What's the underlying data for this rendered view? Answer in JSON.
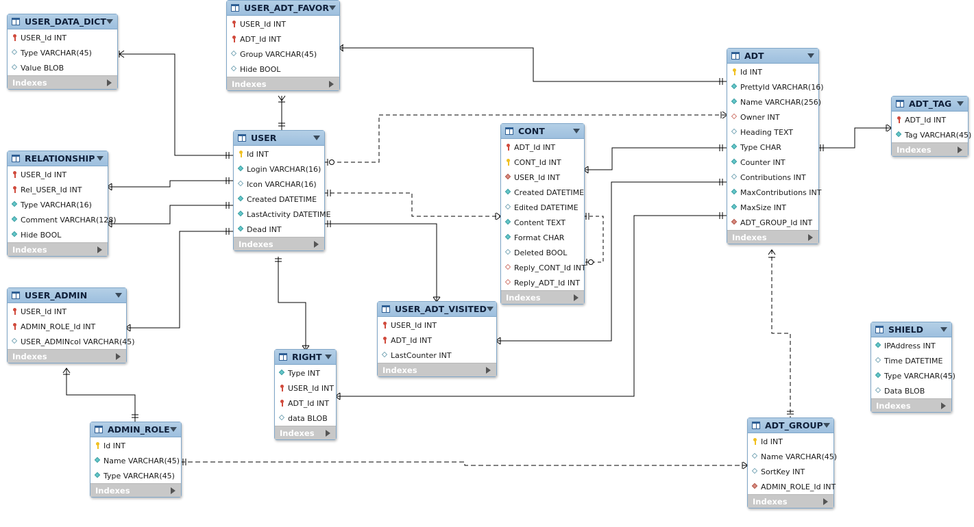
{
  "indexes_label": "Indexes",
  "tables": [
    {
      "id": "user_data_dict",
      "name": "USER_DATA_DICT",
      "columns": [
        {
          "name": "USER_Id INT",
          "icon": "fk-key"
        },
        {
          "name": "Type VARCHAR(45)",
          "icon": "empty-diamond"
        },
        {
          "name": "Value BLOB",
          "icon": "empty-diamond"
        }
      ]
    },
    {
      "id": "user_adt_favor",
      "name": "USER_ADT_FAVOR",
      "columns": [
        {
          "name": "USER_Id INT",
          "icon": "fk-key"
        },
        {
          "name": "ADT_Id INT",
          "icon": "fk-key"
        },
        {
          "name": "Group VARCHAR(45)",
          "icon": "empty-diamond"
        },
        {
          "name": "Hide BOOL",
          "icon": "empty-diamond"
        }
      ]
    },
    {
      "id": "adt",
      "name": "ADT",
      "columns": [
        {
          "name": "Id INT",
          "icon": "pk-key"
        },
        {
          "name": "PrettyId VARCHAR(16)",
          "icon": "filled-diamond"
        },
        {
          "name": "Name VARCHAR(256)",
          "icon": "filled-diamond"
        },
        {
          "name": "Owner INT",
          "icon": "fk-empty-diamond"
        },
        {
          "name": "Heading TEXT",
          "icon": "empty-diamond"
        },
        {
          "name": "Type CHAR",
          "icon": "filled-diamond"
        },
        {
          "name": "Counter INT",
          "icon": "filled-diamond"
        },
        {
          "name": "Contributions INT",
          "icon": "empty-diamond"
        },
        {
          "name": "MaxContributions INT",
          "icon": "filled-diamond"
        },
        {
          "name": "MaxSize INT",
          "icon": "filled-diamond"
        },
        {
          "name": "ADT_GROUP_Id INT",
          "icon": "fk-diamond"
        }
      ]
    },
    {
      "id": "adt_tag",
      "name": "ADT_TAG",
      "columns": [
        {
          "name": "ADT_Id INT",
          "icon": "fk-key"
        },
        {
          "name": "Tag VARCHAR(45)",
          "icon": "filled-diamond"
        }
      ]
    },
    {
      "id": "user",
      "name": "USER",
      "columns": [
        {
          "name": "Id INT",
          "icon": "pk-key"
        },
        {
          "name": "Login VARCHAR(16)",
          "icon": "filled-diamond"
        },
        {
          "name": "Icon VARCHAR(16)",
          "icon": "empty-diamond"
        },
        {
          "name": "Created DATETIME",
          "icon": "filled-diamond"
        },
        {
          "name": "LastActivity DATETIME",
          "icon": "filled-diamond"
        },
        {
          "name": "Dead INT",
          "icon": "filled-diamond"
        }
      ]
    },
    {
      "id": "cont",
      "name": "CONT",
      "columns": [
        {
          "name": "ADT_Id INT",
          "icon": "fk-key"
        },
        {
          "name": "CONT_Id INT",
          "icon": "pk-key"
        },
        {
          "name": "USER_Id INT",
          "icon": "fk-diamond"
        },
        {
          "name": "Created DATETIME",
          "icon": "filled-diamond"
        },
        {
          "name": "Edited DATETIME",
          "icon": "empty-diamond"
        },
        {
          "name": "Content TEXT",
          "icon": "filled-diamond"
        },
        {
          "name": "Format CHAR",
          "icon": "filled-diamond"
        },
        {
          "name": "Deleted BOOL",
          "icon": "empty-diamond"
        },
        {
          "name": "Reply_CONT_Id INT",
          "icon": "fk-empty-diamond"
        },
        {
          "name": "Reply_ADT_Id INT",
          "icon": "fk-empty-diamond"
        }
      ]
    },
    {
      "id": "relationship",
      "name": "RELATIONSHIP",
      "columns": [
        {
          "name": "USER_Id INT",
          "icon": "fk-key"
        },
        {
          "name": "Rel_USER_Id INT",
          "icon": "fk-key"
        },
        {
          "name": "Type VARCHAR(16)",
          "icon": "filled-diamond"
        },
        {
          "name": "Comment VARCHAR(128)",
          "icon": "filled-diamond"
        },
        {
          "name": "Hide BOOL",
          "icon": "filled-diamond"
        }
      ]
    },
    {
      "id": "user_admin",
      "name": "USER_ADMIN",
      "columns": [
        {
          "name": "USER_Id INT",
          "icon": "fk-key"
        },
        {
          "name": "ADMIN_ROLE_Id INT",
          "icon": "fk-key"
        },
        {
          "name": "USER_ADMINcol VARCHAR(45)",
          "icon": "empty-diamond"
        }
      ]
    },
    {
      "id": "user_adt_visited",
      "name": "USER_ADT_VISITED",
      "columns": [
        {
          "name": "USER_Id INT",
          "icon": "fk-key"
        },
        {
          "name": "ADT_Id INT",
          "icon": "fk-key"
        },
        {
          "name": "LastCounter INT",
          "icon": "empty-diamond"
        }
      ]
    },
    {
      "id": "right",
      "name": "RIGHT",
      "columns": [
        {
          "name": "Type INT",
          "icon": "filled-diamond"
        },
        {
          "name": "USER_Id INT",
          "icon": "fk-key"
        },
        {
          "name": "ADT_Id INT",
          "icon": "fk-key"
        },
        {
          "name": "data BLOB",
          "icon": "empty-diamond"
        }
      ]
    },
    {
      "id": "shield",
      "name": "SHIELD",
      "columns": [
        {
          "name": "IPAddress INT",
          "icon": "filled-diamond"
        },
        {
          "name": "Time DATETIME",
          "icon": "empty-diamond"
        },
        {
          "name": "Type VARCHAR(45)",
          "icon": "filled-diamond"
        },
        {
          "name": "Data BLOB",
          "icon": "empty-diamond"
        }
      ]
    },
    {
      "id": "admin_role",
      "name": "ADMIN_ROLE",
      "columns": [
        {
          "name": "Id INT",
          "icon": "pk-key"
        },
        {
          "name": "Name VARCHAR(45)",
          "icon": "filled-diamond"
        },
        {
          "name": "Type VARCHAR(45)",
          "icon": "filled-diamond"
        }
      ]
    },
    {
      "id": "adt_group",
      "name": "ADT_GROUP",
      "columns": [
        {
          "name": "Id INT",
          "icon": "pk-key"
        },
        {
          "name": "Name VARCHAR(45)",
          "icon": "empty-diamond"
        },
        {
          "name": "SortKey INT",
          "icon": "empty-diamond"
        },
        {
          "name": "ADMIN_ROLE_Id INT",
          "icon": "fk-diamond"
        }
      ]
    }
  ],
  "relationships": [
    {
      "from": "user",
      "to": "user_data_dict",
      "style": "solid"
    },
    {
      "from": "user",
      "to": "user_adt_favor",
      "style": "solid"
    },
    {
      "from": "adt",
      "to": "user_adt_favor",
      "style": "solid"
    },
    {
      "from": "adt",
      "to": "adt_tag",
      "style": "solid"
    },
    {
      "from": "user",
      "to": "adt",
      "style": "dashed"
    },
    {
      "from": "user",
      "to": "relationship",
      "style": "solid"
    },
    {
      "from": "user",
      "to": "relationship",
      "style": "solid"
    },
    {
      "from": "user",
      "to": "user_admin",
      "style": "solid"
    },
    {
      "from": "user",
      "to": "cont",
      "style": "dashed"
    },
    {
      "from": "cont",
      "to": "cont",
      "style": "dashed"
    },
    {
      "from": "adt",
      "to": "cont",
      "style": "solid"
    },
    {
      "from": "user",
      "to": "user_adt_visited",
      "style": "solid"
    },
    {
      "from": "adt",
      "to": "user_adt_visited",
      "style": "solid"
    },
    {
      "from": "user",
      "to": "right",
      "style": "solid"
    },
    {
      "from": "adt",
      "to": "right",
      "style": "solid"
    },
    {
      "from": "admin_role",
      "to": "user_admin",
      "style": "solid"
    },
    {
      "from": "admin_role",
      "to": "adt_group",
      "style": "dashed"
    },
    {
      "from": "adt_group",
      "to": "adt",
      "style": "dashed"
    }
  ]
}
